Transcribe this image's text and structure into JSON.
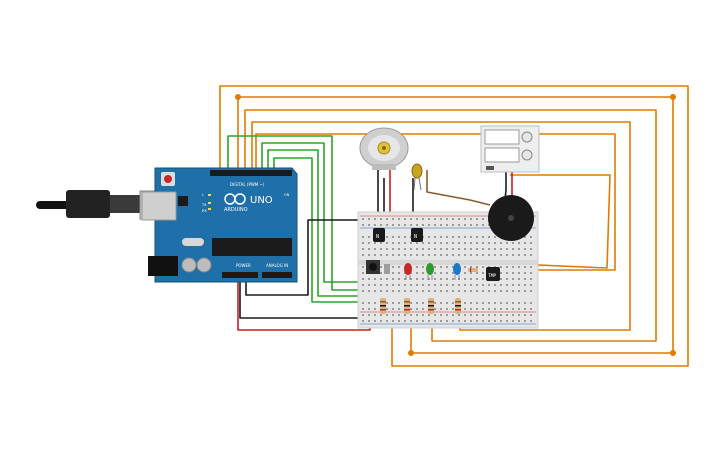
{
  "circuit": {
    "arduino": {
      "brand_label": "ARDUINO",
      "model_label": "UNO",
      "digital_header_label": "DIGITAL (PWM ~)",
      "power_header_label": "POWER",
      "analog_header_label": "ANALOG IN",
      "tx_label": "TX",
      "rx_label": "RX",
      "on_label": "ON",
      "l_label": "L"
    },
    "sensor_label": "TMP",
    "colors": {
      "wire_orange": "#e07b00",
      "wire_green": "#2aa52a",
      "wire_red": "#c81e1e",
      "wire_black": "#1a1a1a",
      "wire_brown": "#8b5a2b",
      "board_blue": "#1f6fa8",
      "breadboard": "#e6e6e6"
    },
    "components": [
      "usb-cable",
      "arduino-uno",
      "dc-motor",
      "yellow-led",
      "relay",
      "piezo-buzzer",
      "breadboard",
      "npn-transistor",
      "npn-transistor",
      "pushbutton",
      "red-led",
      "green-led",
      "blue-led",
      "temperature-sensor",
      "resistor",
      "resistor",
      "resistor",
      "resistor"
    ]
  }
}
